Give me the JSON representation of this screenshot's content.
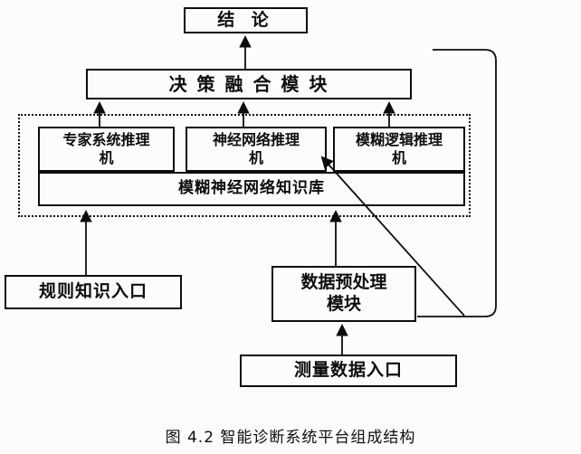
{
  "diagram": {
    "nodes": {
      "conclusion": {
        "label": "结 论"
      },
      "decision_fusion": {
        "label": "决 策 融 合 模 块"
      },
      "expert_inference": {
        "label": "专家系统推理\n机"
      },
      "neural_inference": {
        "label": "神经网络推理\n机"
      },
      "fuzzy_inference": {
        "label": "模糊逻辑推理\n机"
      },
      "knowledge_base": {
        "label": "模糊神经网络知识库"
      },
      "rule_entry": {
        "label": "规则知识入口"
      },
      "preprocess": {
        "label": "数据预处理\n模块"
      },
      "measure_entry": {
        "label": "测量数据入口"
      }
    },
    "caption": "图 4.2 智能诊断系统平台组成结构",
    "colors": {
      "line": "#0d0d0d",
      "background": "#fcfcfc"
    }
  }
}
